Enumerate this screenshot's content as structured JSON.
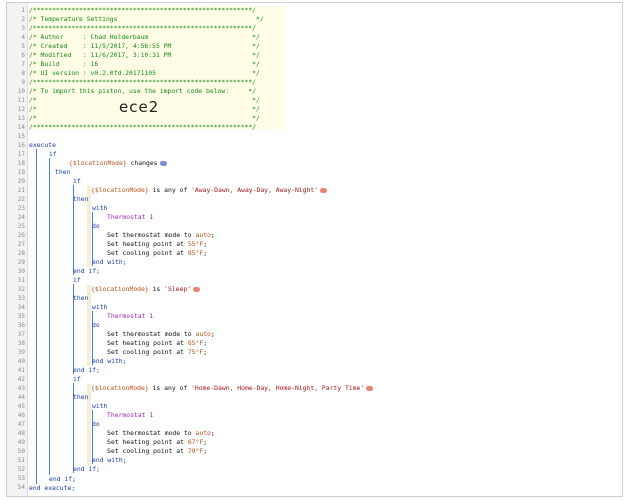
{
  "header": {
    "border": "/*********************************************************/",
    "title": "/* Temperature Settings                                    */",
    "author": "/* Author     : Chad Holderbaum                           */",
    "created": "/* Created    : 11/5/2017, 4:56:55 PM                     */",
    "modified": "/* Modified   : 11/6/2017, 3:10:31 PM                     */",
    "build": "/* Build      : 16                                        */",
    "ui": "/* UI version : v0.2.0fd.20171105                         */",
    "import": "/* To import this piston, use the import code below:     */",
    "blank": "/*                                                        */",
    "import_code": "ece2"
  },
  "lines": {
    "execute": "execute",
    "if": "if",
    "then": "then",
    "with": "with",
    "do": "do",
    "end_with": "end with;",
    "end_if": "end if;",
    "end_execute": "end execute;"
  },
  "trigger": {
    "var": "{$locationMode}",
    "op": "changes"
  },
  "blocks": [
    {
      "var": "{$locationMode}",
      "op": "is any of",
      "value": "'Away-Dawn, Away-Day, Away-Night'",
      "device": "Thermostat 1",
      "mode_label": "Set thermostat mode to ",
      "mode": "auto",
      "mode_end": ";",
      "heat_label": "Set heating point at ",
      "heat": "55°F",
      "cool_label": "Set cooling point at ",
      "cool": "85°F"
    },
    {
      "var": "{$locationMode}",
      "op": "is",
      "value": "'Sleep'",
      "device": "Thermostat 1",
      "mode_label": "Set thermostat mode to ",
      "mode": "auto",
      "mode_end": ";",
      "heat_label": "Set heating point at ",
      "heat": "65°F",
      "cool_label": "Set cooling point at ",
      "cool": "75°F"
    },
    {
      "var": "{$locationMode}",
      "op": "is any of",
      "value": "'Home-Dawn, Home-Day, Home-Night, Party Time'",
      "device": "Thermostat 1",
      "mode_label": "Set thermostat mode to ",
      "mode": "auto",
      "mode_end": ";",
      "heat_label": "Set heating point at ",
      "heat": "67°F",
      "cool_label": "Set cooling point at ",
      "cool": "79°F"
    }
  ],
  "line_numbers": [
    "1",
    "2",
    "3",
    "4",
    "5",
    "6",
    "7",
    "8",
    "9",
    "10",
    "11",
    "12",
    "13",
    "14",
    "15",
    "16",
    "17",
    "18",
    "19",
    "20",
    "21",
    "22",
    "23",
    "24",
    "25",
    "26",
    "27",
    "28",
    "29",
    "30",
    "31",
    "32",
    "33",
    "34",
    "35",
    "36",
    "37",
    "38",
    "39",
    "40",
    "41",
    "42",
    "43",
    "44",
    "45",
    "46",
    "47",
    "48",
    "49",
    "50",
    "51",
    "52",
    "53",
    "54"
  ],
  "colors": {
    "comment": "#138a1a",
    "keyword": "#1a3aa8",
    "device": "#9d27b0",
    "variable": "#b8511c",
    "string": "#a01818",
    "guide": "#4d7fd0",
    "add_button": "#7b8ec9",
    "remove_button": "#e38772"
  }
}
